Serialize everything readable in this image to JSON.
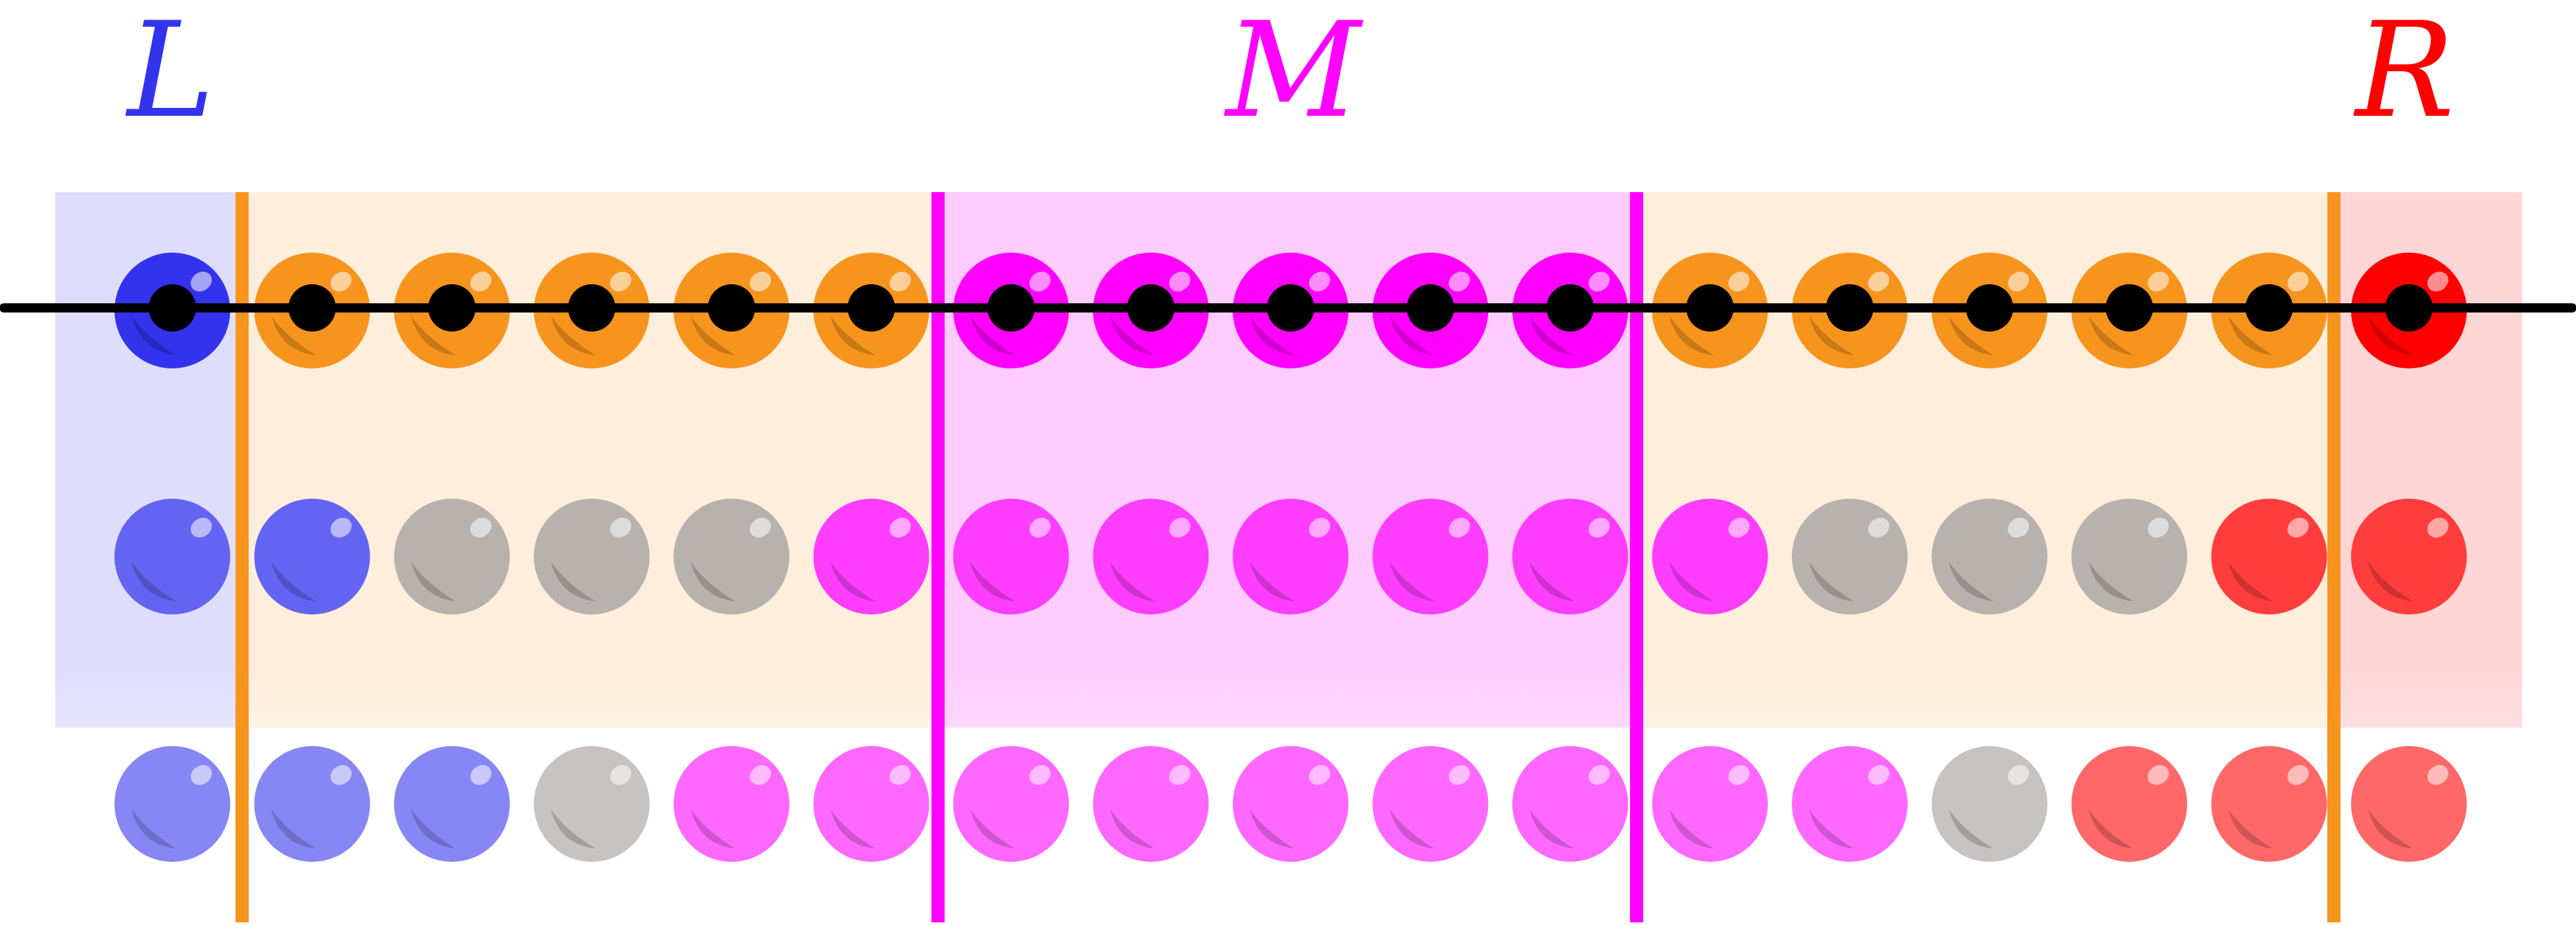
{
  "labels": {
    "left": "L",
    "middle": "M",
    "right": "R"
  },
  "regions": [
    {
      "name": "L",
      "color": "#3333ee"
    },
    {
      "name": "buffer-left",
      "color": "#f7941d"
    },
    {
      "name": "M",
      "color": "#ff00ff"
    },
    {
      "name": "buffer-right",
      "color": "#f7941d"
    },
    {
      "name": "R",
      "color": "#ff0000"
    }
  ],
  "colors": {
    "blue": "#3333ee",
    "orange": "#f7941d",
    "magenta": "#ff00ff",
    "red": "#ff0000",
    "gray": "#a09a94",
    "chain": "#000000",
    "node": "#000000"
  },
  "rows": [
    {
      "row": "top",
      "opacity": 1.0,
      "has_nodes": true,
      "spheres": [
        "blue",
        "orange",
        "orange",
        "orange",
        "orange",
        "orange",
        "magenta",
        "magenta",
        "magenta",
        "magenta",
        "magenta",
        "orange",
        "orange",
        "orange",
        "orange",
        "orange",
        "red"
      ]
    },
    {
      "row": "middle",
      "opacity": 0.72,
      "has_nodes": false,
      "spheres": [
        "blue",
        "blue",
        "gray",
        "gray",
        "gray",
        "magenta",
        "magenta",
        "magenta",
        "magenta",
        "magenta",
        "magenta",
        "magenta",
        "gray",
        "gray",
        "gray",
        "red",
        "red"
      ]
    },
    {
      "row": "bottom",
      "opacity": 0.52,
      "has_nodes": false,
      "spheres": [
        "blue",
        "blue",
        "blue",
        "gray",
        "magenta",
        "magenta",
        "magenta",
        "magenta",
        "magenta",
        "magenta",
        "magenta",
        "magenta",
        "magenta",
        "gray",
        "red",
        "red",
        "red"
      ]
    }
  ]
}
